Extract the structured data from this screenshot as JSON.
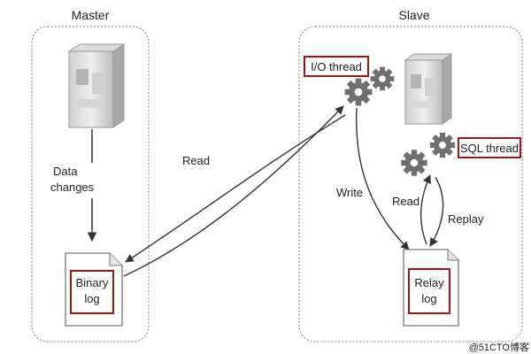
{
  "master": {
    "title": "Master",
    "data_changes_line1": "Data",
    "data_changes_line2": "changes",
    "binary_log_line1": "Binary",
    "binary_log_line2": "log"
  },
  "slave": {
    "title": "Slave",
    "io_thread": "I/O thread",
    "sql_thread": "SQL thread",
    "write": "Write",
    "read": "Read",
    "replay": "Replay",
    "relay_log_line1": "Relay",
    "relay_log_line2": "log"
  },
  "read_arrow_label": "Read",
  "watermark": "@51CTO博客"
}
